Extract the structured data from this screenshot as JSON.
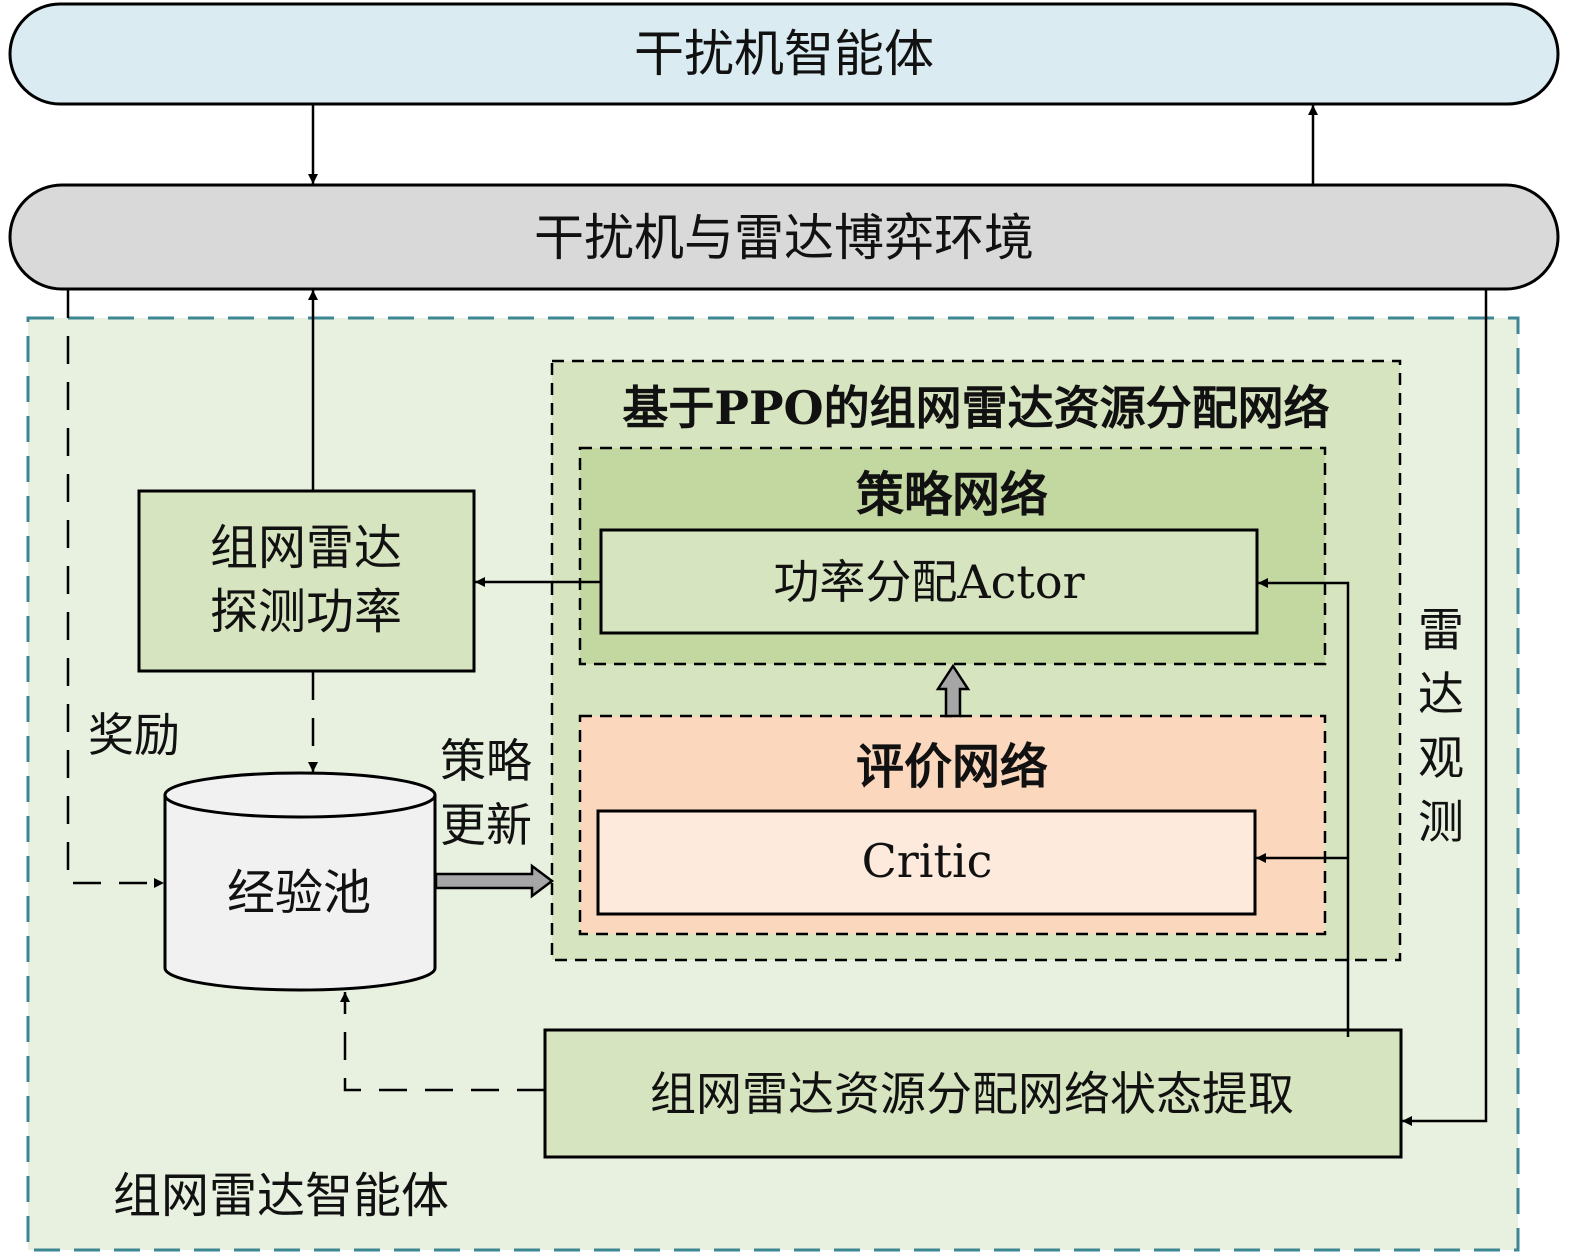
{
  "jammer_agent": {
    "label": "干扰机智能体"
  },
  "environment": {
    "label": "干扰机与雷达博弈环境"
  },
  "radar_agent": {
    "label": "组网雷达智能体"
  },
  "detection_power": {
    "line1": "组网雷达",
    "line2": "探测功率"
  },
  "ppo_network": {
    "title": "基于PPO的组网雷达资源分配网络"
  },
  "policy_network": {
    "title": "策略网络",
    "actor_label": "功率分配Actor"
  },
  "critic_network": {
    "title": "评价网络",
    "critic_label": "Critic"
  },
  "experience_pool": {
    "label": "经验池"
  },
  "state_extraction": {
    "label": "组网雷达资源分配网络状态提取"
  },
  "edge_labels": {
    "reward": "奖励",
    "policy_update_line1": "策略",
    "policy_update_line2": "更新",
    "radar_observation": [
      "雷",
      "达",
      "观",
      "测"
    ]
  },
  "colors": {
    "jammer_fill": "#daecf2",
    "environment_fill": "#d9d9d9",
    "radar_agent_fill": "#e8f0df",
    "radar_agent_border": "#3d8694",
    "ppo_fill": "#d7e4c0",
    "policy_fill": "#c3d7a0",
    "actor_fill": "#d7e4c0",
    "critic_net_fill": "#fad7bd",
    "critic_fill": "#fdeadd",
    "pool_fill": "#f1f1f1",
    "module_fill": "#d7e4c0",
    "hollow_arrow_fill": "#a6a6a6"
  }
}
